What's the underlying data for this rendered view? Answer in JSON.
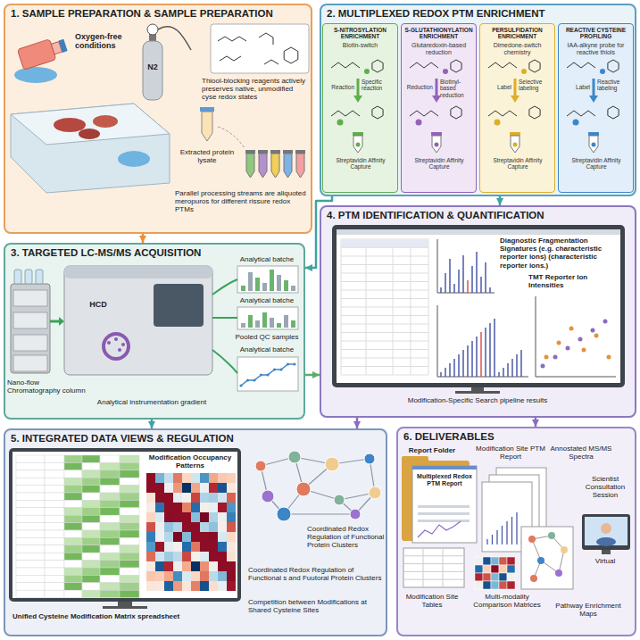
{
  "diagram": {
    "nodes": [
      {
        "text": [
          "1. SAMPLE PREPARATION & SAMPLE PREPARATION"
        ]
      },
      {
        "text": [
          "2. MULTIPLEXED REDOX PTM ENRICHMENT"
        ]
      },
      {
        "text": [
          "S-NITROSYLATION ENRICHMENT",
          "Biotin-switch"
        ],
        "in": 1
      },
      {
        "text": [
          "S-GLUTATHIONYLATION ENRICHMENT",
          "Glutaredoxin-based reduction"
        ],
        "in": 1
      },
      {
        "text": [
          "PERSULFIDATION ENRICHMENT",
          "Dimedone-switch chemistry"
        ],
        "in": 1
      },
      {
        "text": [
          "REACTIVE CYSTEINE PROFILING",
          "IAA-alkyne probe for reactive thiols"
        ],
        "in": 1
      },
      {
        "text": [
          "3. TARGETED LC-MS/MS ACQUISITION"
        ]
      },
      {
        "text": [
          "4. PTM IDENTIFICATION & QUANTIFICATION"
        ]
      },
      {
        "text": [
          "5. INTEGRATED DATA VIEWS & REGULATION"
        ]
      },
      {
        "text": [
          "6. DELIVERABLES"
        ]
      }
    ],
    "edges": [
      {
        "from": 0,
        "to": 6,
        "arrow": "to"
      },
      {
        "from": 1,
        "to": 6,
        "arrow": "to"
      },
      {
        "from": 1,
        "to": 7,
        "arrow": "to"
      },
      {
        "from": 6,
        "to": 7,
        "arrow": "to"
      },
      {
        "from": 6,
        "to": 8,
        "arrow": "to"
      },
      {
        "from": 7,
        "to": 8,
        "arrow": "to"
      },
      {
        "from": 7,
        "to": 9,
        "arrow": "to"
      }
    ],
    "labels": [
      "Oxygen-free conditions",
      "N2",
      "Thiool-blocking reagents actively preserves native, unmodified cyse redox states",
      "Extracted protein lysate",
      "Parallel processing streams are aliquoted meropuros for different rissure redox PTMs",
      "Reaction",
      "Specific reaction",
      "Streptavidin Affinity Capture",
      "Reduction",
      "Biotinyl-based reduction",
      "Streptavidin Affinity Capture",
      "Label",
      "Selective labeling",
      "Streptavidin Affinity Capture",
      "Label",
      "Reactive labeling",
      "Streptavidin Affinity Capture",
      "Analytical batche",
      "Analytical batche",
      "Pooled QC samples",
      "Analytical batche",
      "HCD",
      "Nano-flow Chromatography column",
      "Analytical instrumentation gradient",
      "Diagnostic Fragmentation Signatures (e.g. characteristic reporter ions) (characteristic reporter ions.)",
      "TMT Reporter Ion Intensities",
      "Modification-Specific Search pipeline results",
      "Modification Occupancy Patterns",
      "Unified Cysteine Modification Matrix spreadsheet",
      "Coordinated Redox Regulation of Functional Protein Clusters",
      "Coordinated Redox Regulation of Functional s and Fuutoral Protein Clusters",
      "Competition between Modifications at Shared Cysteine Sites",
      "Report Folder",
      "Multiplexed Redox PTM Report",
      "Modification Site PTM Report",
      "Annostated MS/MS Spectra",
      "Scientist Consultation Session",
      "Virtual",
      "Modification Site Tables",
      "Multi-modality Comparison Matrices",
      "Pathway Enrichment Maps"
    ]
  }
}
